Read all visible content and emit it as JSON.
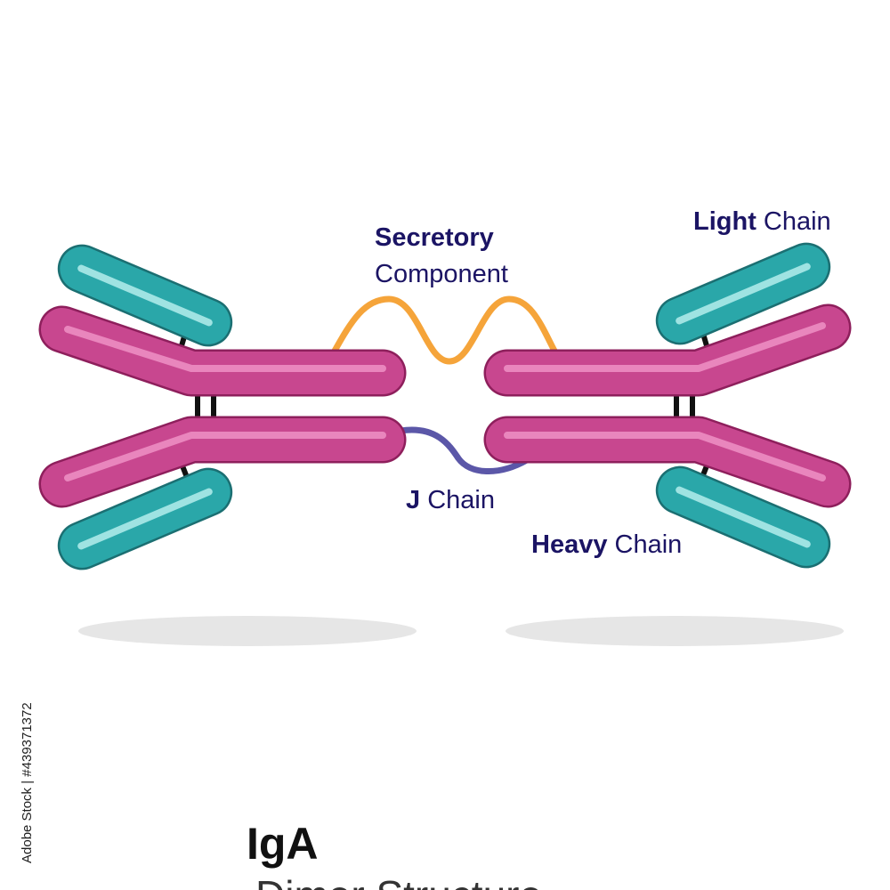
{
  "labels": {
    "secretory_bold": "Secretory",
    "secretory_rest": "Component",
    "light_bold": "Light",
    "light_rest": " Chain",
    "j_bold": "J",
    "j_rest": " Chain",
    "heavy_bold": "Heavy",
    "heavy_rest": " Chain"
  },
  "title": "IgA",
  "subtitle": "Dimer Structure",
  "stock_id": "Adobe Stock | #439371372",
  "colors": {
    "heavy_chain": "#c8478f",
    "heavy_chain_highlight": "#e986bd",
    "heavy_chain_outline": "#8e1f5c",
    "light_chain": "#2aa7a9",
    "light_chain_highlight": "#9fe3e2",
    "light_chain_outline": "#1b6f72",
    "secretory_component": "#f5a43a",
    "j_chain": "#5b57a8",
    "disulfide_bond": "#111111",
    "label_text": "#1b1464",
    "shadow": "#e3e3e3"
  }
}
